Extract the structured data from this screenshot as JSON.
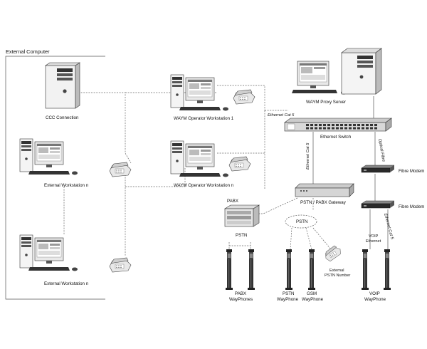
{
  "group": {
    "title": "External Computer"
  },
  "labels": {
    "ccc": "CCC Connection",
    "ext_ws_top": "External Workstation n",
    "ext_ws_bottom": "External Workstation n",
    "op_ws_1": "WAYM Operator Workstation 1",
    "op_ws_n": "WAYM Operator Workstation n",
    "proxy": "WAYM Proxy Server",
    "switch": "Ethernet Switch",
    "gateway": "PSTN / PABX Gateway",
    "fibre_modem_1": "Fibre Modem",
    "fibre_modem_2": "Fibre Modem",
    "pabx": "PABX",
    "pabx_pstn": "PSTN",
    "pstn_cloud": "PSTN",
    "ext_pstn_line1": "External",
    "ext_pstn_line2": "PSTN Number",
    "voip_eth_line1": "VOIP",
    "voip_eth_line2": "Ethernet"
  },
  "link_labels": {
    "cat5_top": "Ethernet Cat 5",
    "cat5_vertical": "Ethernet Cat 5",
    "optical": "Optical Fibre",
    "cat5_lower": "Ethernet Cat 5"
  },
  "phones": [
    {
      "line1": "PABX",
      "line2": "WayPhones"
    },
    {
      "line1": "PSTN",
      "line2": "WayPhone"
    },
    {
      "line1": "GSM",
      "line2": "WayPhone"
    },
    {
      "line1": "VOIP",
      "line2": "WayPhone"
    }
  ]
}
